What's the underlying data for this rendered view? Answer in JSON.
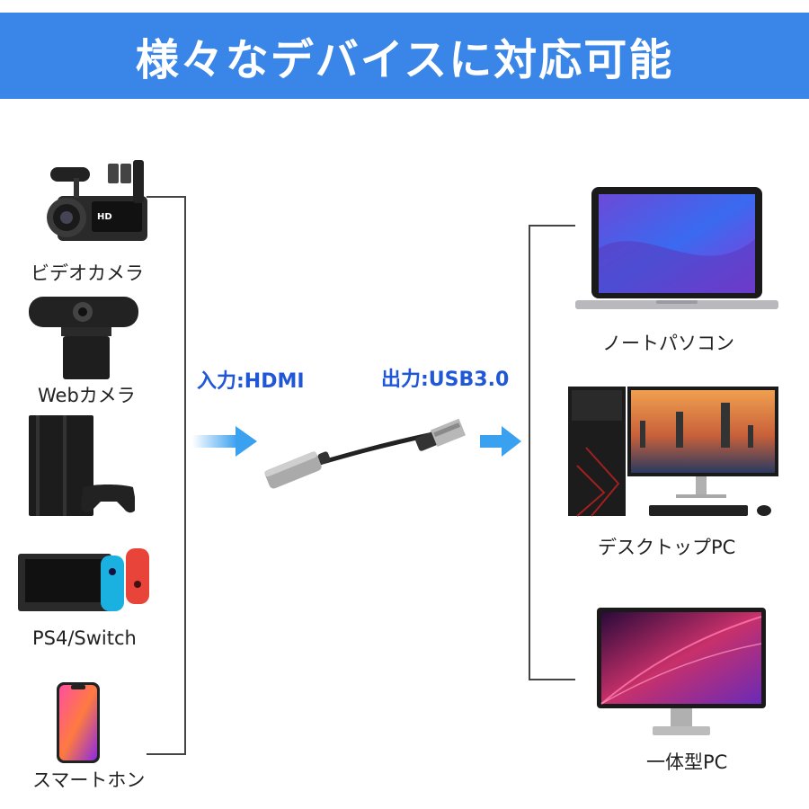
{
  "header": {
    "title": "様々なデバイスに対応可能"
  },
  "input_devices": [
    {
      "label": "ビデオカメラ",
      "icon": "video-camera-icon"
    },
    {
      "label": "Webカメラ",
      "icon": "webcam-icon"
    },
    {
      "label": "",
      "icon": "game-console-icon"
    },
    {
      "label": "PS4/Switch",
      "icon": "switch-console-icon"
    },
    {
      "label": "スマートホン",
      "icon": "smartphone-icon"
    }
  ],
  "adapter": {
    "input_label": "入力:HDMI",
    "output_label": "出力:USB3.0",
    "icon": "hdmi-usb-adapter-icon"
  },
  "output_devices": [
    {
      "label": "ノートパソコン",
      "icon": "laptop-icon"
    },
    {
      "label": "デスクトップPC",
      "icon": "desktop-pc-icon"
    },
    {
      "label": "一体型PC",
      "icon": "all-in-one-pc-icon"
    }
  ],
  "colors": {
    "banner": "#3a86e8",
    "io_text": "#1f57d8",
    "arrow": "#3aa0f0"
  }
}
